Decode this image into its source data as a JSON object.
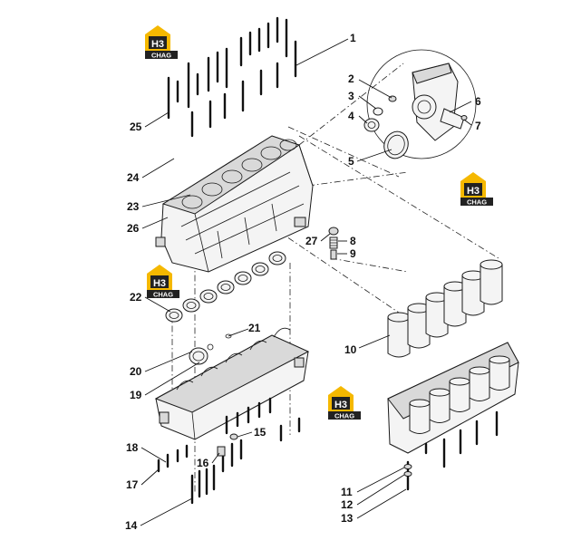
{
  "brand": {
    "logo_mark": "H3",
    "logo_word": "CHAG",
    "accent_color": "#f5b800",
    "dark_color": "#222222"
  },
  "callouts": [
    "1",
    "2",
    "3",
    "4",
    "5",
    "6",
    "7",
    "8",
    "9",
    "10",
    "11",
    "12",
    "13",
    "14",
    "15",
    "16",
    "17",
    "18",
    "19",
    "20",
    "21",
    "22",
    "23",
    "24",
    "25",
    "26",
    "27"
  ]
}
